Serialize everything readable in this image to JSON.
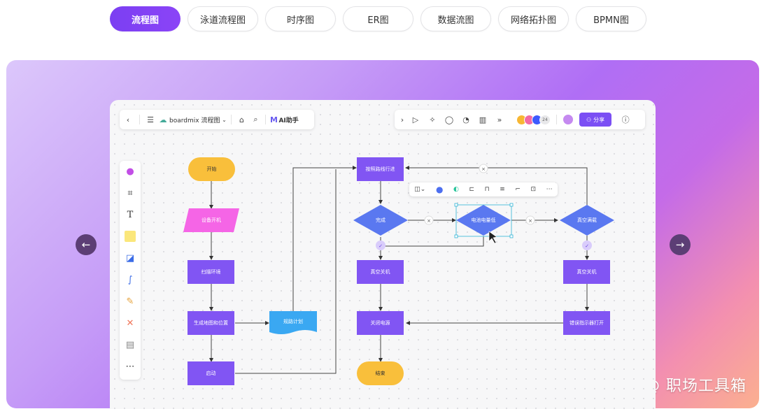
{
  "tabs": [
    {
      "label": "流程图",
      "active": true
    },
    {
      "label": "泳道流程图"
    },
    {
      "label": "时序图"
    },
    {
      "label": "ER图"
    },
    {
      "label": "数据流图"
    },
    {
      "label": "网络拓扑图"
    },
    {
      "label": "BPMN图"
    }
  ],
  "carousel": {
    "prev_icon": "←",
    "next_icon": "→"
  },
  "app": {
    "file_name": "boardmix 流程图",
    "ai_button": "AI助手",
    "collaborator_count": "24",
    "share_label": "分享"
  },
  "flow": {
    "start": "开始",
    "power_on": "设备开机",
    "scan": "扫描环境",
    "map": "生成地图和位置",
    "plan": "规路计划",
    "launch": "启动",
    "follow": "按照路线行进",
    "done": "完成",
    "battery": "电池电量低",
    "vacuum": "真空满载",
    "vac_off_1": "真空关机",
    "vac_off_2": "真空关机",
    "power_off": "关闭电源",
    "indicator": "错误指示器打开",
    "end": "结束"
  },
  "watermark": "掘金技术社区 @ 职场工具箱",
  "colors": {
    "accent": "#7b3ff2",
    "node": "#8155f3",
    "terminal": "#f9bf3b",
    "decision": "#5a78f0",
    "data": "#3aa8f2",
    "io": "#f565e6"
  }
}
